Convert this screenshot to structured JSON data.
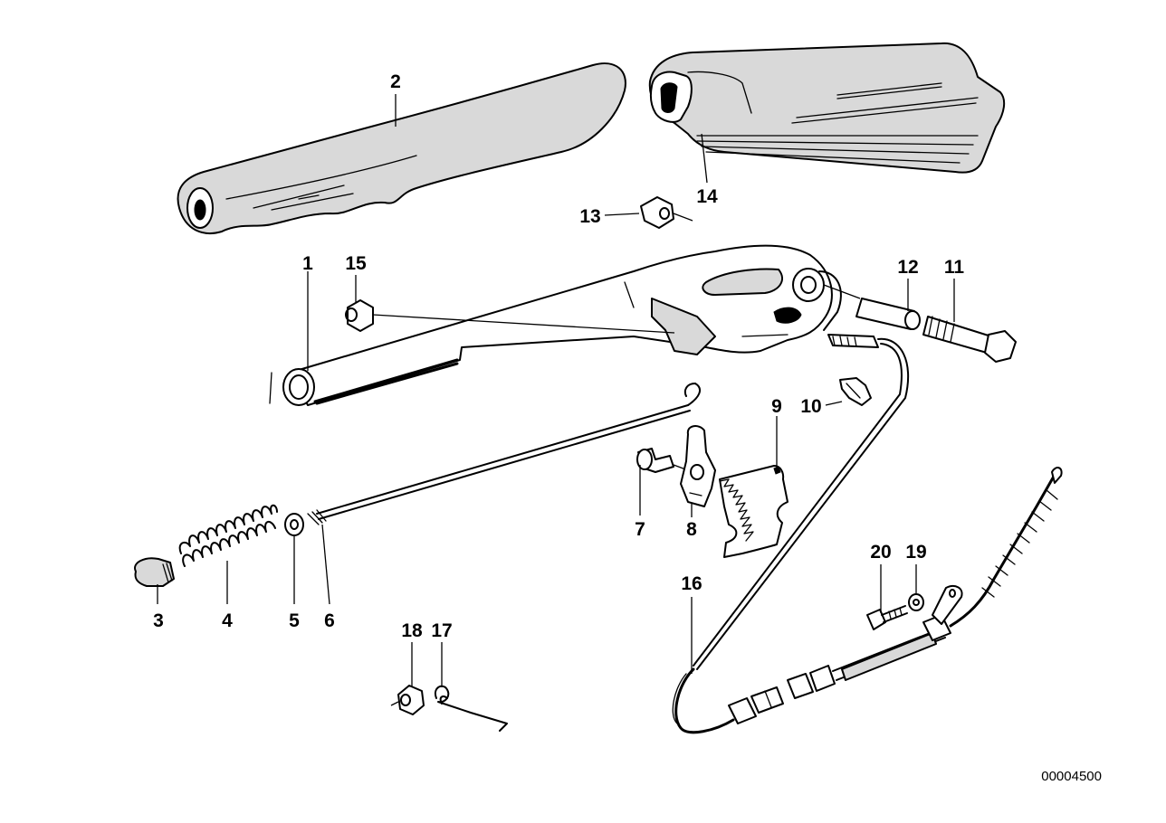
{
  "diagram": {
    "part_labels": [
      "1",
      "2",
      "3",
      "4",
      "5",
      "6",
      "7",
      "8",
      "9",
      "10",
      "11",
      "12",
      "13",
      "14",
      "15",
      "16",
      "17",
      "18",
      "19",
      "20"
    ],
    "reference_code": "00004500"
  }
}
